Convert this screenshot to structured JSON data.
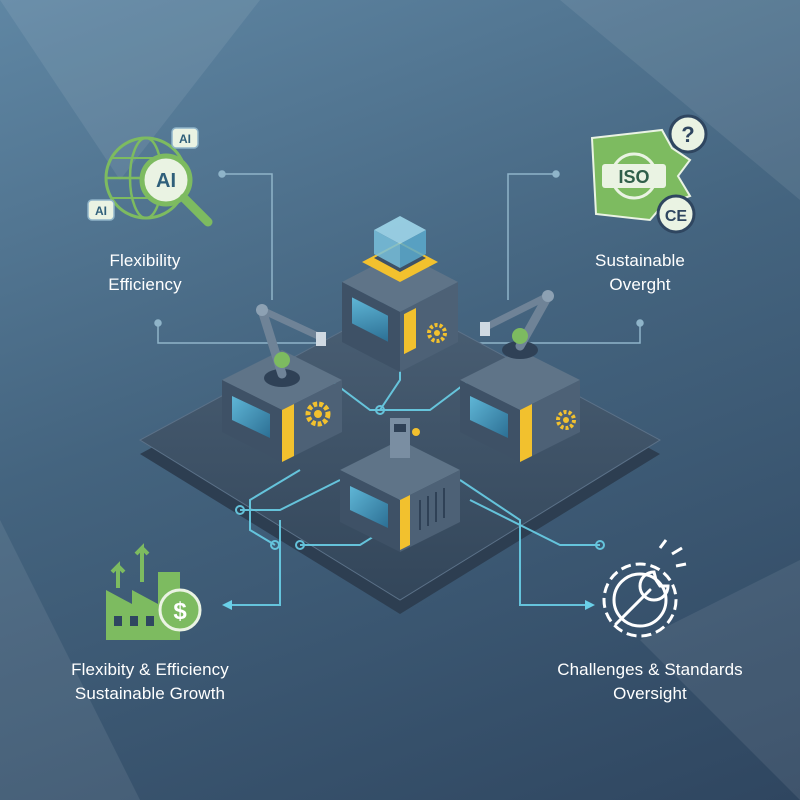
{
  "labels": {
    "top_left": [
      "Flexibility",
      "Efficiency"
    ],
    "top_right": [
      "Sustainable",
      "Overght"
    ],
    "bottom_left": [
      "Flexibity & Efficiency",
      "Sustainable Growth"
    ],
    "bottom_right": [
      "Challenges & Standards",
      "Oversight"
    ]
  },
  "icons": {
    "ai_badge": "AI",
    "ai_bubble_1": "AI",
    "ai_bubble_2": "AI",
    "iso_badge": "ISO",
    "ce_badge": "CE",
    "question_mark": "?",
    "dollar_sign": "$"
  },
  "colors": {
    "accent_green": "#7dbb60",
    "accent_yellow": "#f2c12e",
    "circuit_cyan": "#6ad0e8",
    "machine_body": "#4d6176",
    "platform": "#3d5064"
  }
}
